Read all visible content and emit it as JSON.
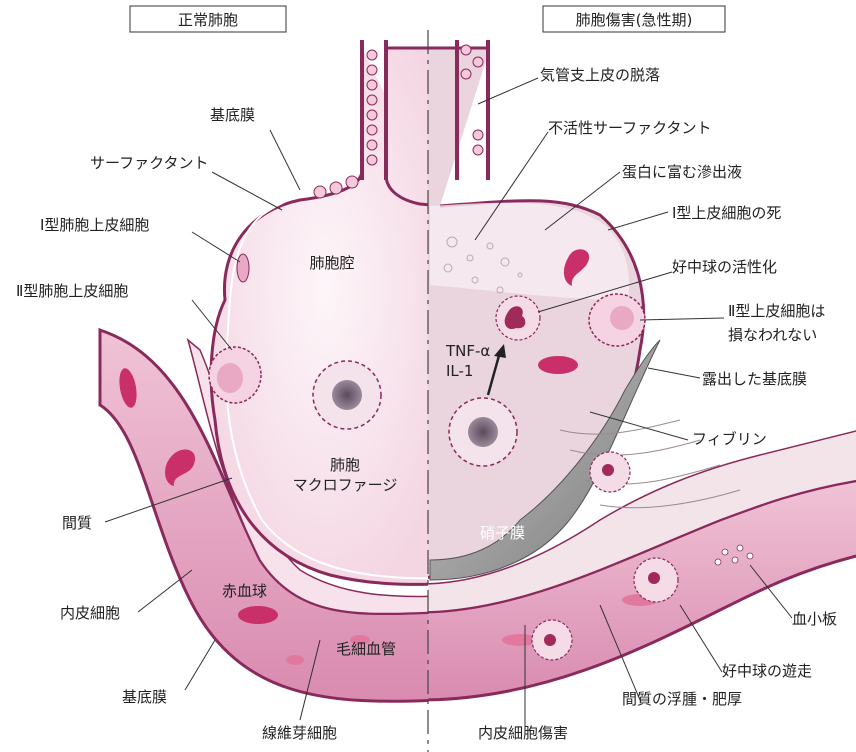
{
  "panels": {
    "left_title": "正常肺胞",
    "right_title": "肺胞傷害(急性期)"
  },
  "left_labels": {
    "basement_membrane_top": "基底膜",
    "surfactant": "サーファクタント",
    "type1_cell": "Ⅰ型肺胞上皮細胞",
    "type2_cell": "Ⅱ型肺胞上皮細胞",
    "alveolar_space": "肺胞腔",
    "macrophage_line1": "肺胞",
    "macrophage_line2": "マクロファージ",
    "interstitium": "間質",
    "endothelial_cell": "内皮細胞",
    "red_blood_cell": "赤血球",
    "capillary": "毛細血管",
    "basement_membrane_bottom": "基底膜",
    "fibroblast": "線維芽細胞"
  },
  "right_labels": {
    "bronchial_epithelium": "気管支上皮の脱落",
    "inactive_surfactant": "不活性サーファクタント",
    "protein_exudate": "蛋白に富む滲出液",
    "type1_death": "Ⅰ型上皮細胞の死",
    "neutrophil_activation": "好中球の活性化",
    "type2_intact_line1": "Ⅱ型上皮細胞は",
    "type2_intact_line2": "損なわれない",
    "tnf": "TNF-α",
    "il1": "IL-1",
    "exposed_membrane": "露出した基底膜",
    "fibrin": "フィブリン",
    "hyaline_membrane": "硝子膜",
    "platelets": "血小板",
    "neutrophil_migration": "好中球の遊走",
    "interstitial_edema": "間質の浮腫・肥厚",
    "endothelial_injury": "内皮細胞傷害"
  },
  "colors": {
    "membrane": "#8a2a5c",
    "alveolus_fill": "#fbeef4",
    "capillary_fill": "#e6a9c4",
    "rbc": "#c9306a",
    "exudate": "#e8cfdc",
    "hyaline": "#8a8a8a"
  }
}
